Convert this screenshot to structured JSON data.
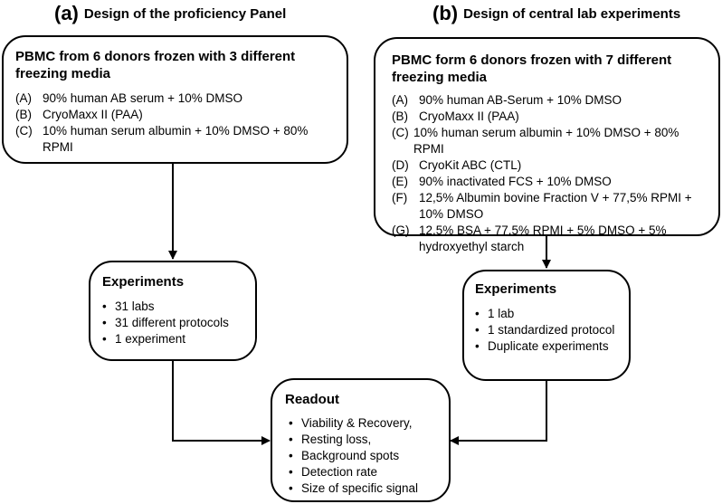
{
  "panel_a": {
    "letter": "(a)",
    "title": "Design of the proficiency Panel",
    "media_box": {
      "title": "PBMC from 6 donors frozen with 3 different freezing media",
      "items": [
        {
          "code": "(A)",
          "text": "90% human AB serum + 10% DMSO"
        },
        {
          "code": "(B)",
          "text": "CryoMaxx II  (PAA)"
        },
        {
          "code": "(C)",
          "text": "10% human serum albumin + 10% DMSO + 80% RPMI"
        }
      ]
    },
    "experiments_box": {
      "title": "Experiments",
      "items": [
        "31 labs",
        "31 different protocols",
        "1 experiment"
      ]
    }
  },
  "panel_b": {
    "letter": "(b)",
    "title": "Design of central lab experiments",
    "media_box": {
      "title": "PBMC form 6 donors frozen with 7 different freezing media",
      "items": [
        {
          "code": "(A)",
          "text": "90% human AB-Serum + 10% DMSO"
        },
        {
          "code": "(B)",
          "text": "CryoMaxx II (PAA)"
        },
        {
          "code": "(C)",
          "text": "10% human serum albumin + 10% DMSO + 80% RPMI"
        },
        {
          "code": "(D)",
          "text": "CryoKit ABC (CTL)"
        },
        {
          "code": "(E)",
          "text": "90% inactivated FCS + 10% DMSO"
        },
        {
          "code": "(F)",
          "text": "12,5% Albumin bovine Fraction V + 77,5% RPMI + 10% DMSO"
        },
        {
          "code": "(G)",
          "text": "12,5% BSA + 77,5% RPMI + 5% DMSO + 5% hydroxyethyl starch"
        }
      ]
    },
    "experiments_box": {
      "title": "Experiments",
      "items": [
        "1 lab",
        "1 standardized protocol",
        "Duplicate experiments"
      ]
    }
  },
  "readout_box": {
    "title": "Readout",
    "items": [
      "Viability & Recovery,",
      "Resting loss,",
      "Background  spots",
      "Detection rate",
      "Size of specific signal"
    ]
  }
}
